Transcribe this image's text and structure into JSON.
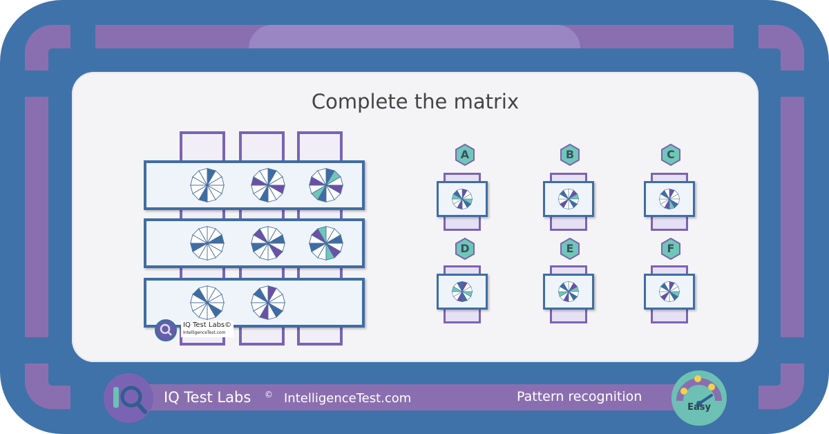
{
  "puzzle": {
    "title": "Complete the matrix",
    "matrix_rows": [
      {
        "row": 1,
        "cells": [
          {
            "pattern": "two-blue-segments"
          },
          {
            "pattern": "blue-and-purple-segments"
          },
          {
            "pattern": "blue-purple-teal-segments"
          }
        ]
      },
      {
        "row": 2,
        "cells": [
          {
            "pattern": "two-blue-segments"
          },
          {
            "pattern": "blue-and-purple-segments"
          },
          {
            "pattern": "blue-purple-teal-segments"
          }
        ]
      },
      {
        "row": 3,
        "cells": [
          {
            "pattern": "two-blue-segments"
          },
          {
            "pattern": "blue-and-purple-segments"
          },
          {
            "pattern": "missing"
          }
        ]
      }
    ],
    "options": [
      {
        "label": "A"
      },
      {
        "label": "B"
      },
      {
        "label": "C"
      },
      {
        "label": "D"
      },
      {
        "label": "E"
      },
      {
        "label": "F"
      }
    ]
  },
  "watermark": {
    "brand": "IQ Test Labs©",
    "site": "IntelligenceTest.com"
  },
  "footer": {
    "brand": "IQ Test Labs",
    "copyright": "©",
    "site": "IntelligenceTest.com",
    "category": "Pattern recognition",
    "difficulty": "Easy"
  },
  "colors": {
    "frame": "#3f72a8",
    "accent_purple": "#8a6fb0",
    "wheel_blue": "#3f6da3",
    "wheel_purple": "#6d4fa6",
    "wheel_teal": "#6fc7b8",
    "gauge_teal": "#6cc1b4"
  },
  "icons": [
    "iq-logo-icon",
    "magnifier-icon",
    "difficulty-gauge-icon",
    "smiley-icon"
  ]
}
